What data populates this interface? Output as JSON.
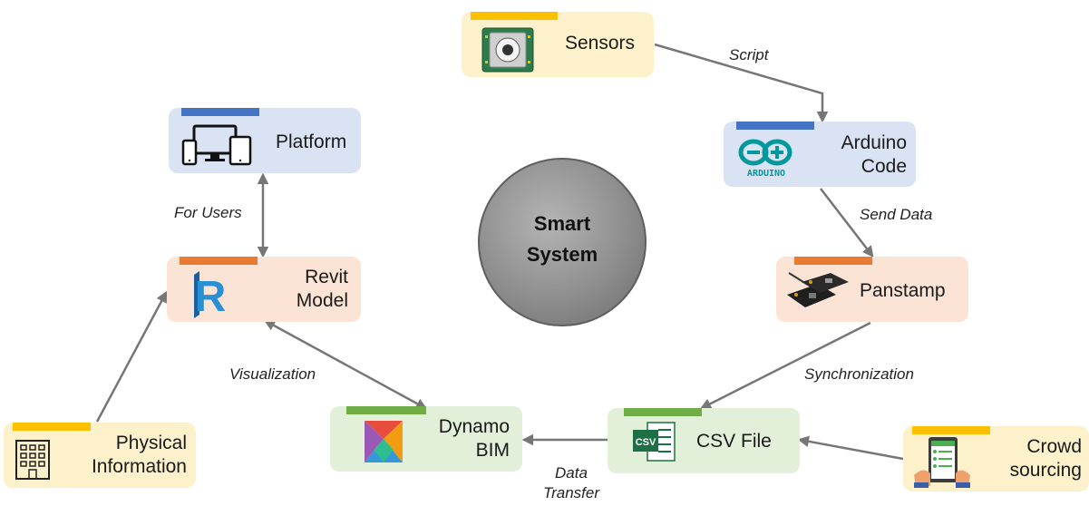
{
  "center": {
    "line1": "Smart",
    "line2": "System"
  },
  "nodes": {
    "sensors": {
      "label": "Sensors"
    },
    "arduino": {
      "label1": "Arduino",
      "label2": "Code"
    },
    "panstamp": {
      "label": "Panstamp"
    },
    "csv": {
      "label": "CSV File",
      "icon_text": "CSV"
    },
    "crowd": {
      "label1": "Crowd",
      "label2": "sourcing"
    },
    "dynamo": {
      "label1": "Dynamo",
      "label2": "BIM"
    },
    "revit": {
      "label1": "Revit",
      "label2": "Model",
      "icon_text": "R"
    },
    "platform": {
      "label": "Platform"
    },
    "physical": {
      "label1": "Physical",
      "label2": "Information"
    }
  },
  "edges": {
    "script": "Script",
    "send_data": "Send Data",
    "synchronization": "Synchronization",
    "data_transfer_1": "Data",
    "data_transfer_2": "Transfer",
    "visualization": "Visualization",
    "for_users": "For Users"
  },
  "colors": {
    "yellow_box": "#fdf1cc",
    "yellow_bar": "#fbc100",
    "blue_box": "#dae3f3",
    "blue_bar": "#4472c4",
    "orange_box": "#fbe4d5",
    "orange_bar": "#e97b32",
    "green_box": "#e2efd9",
    "green_bar": "#70ad47",
    "arrow": "#767676"
  }
}
